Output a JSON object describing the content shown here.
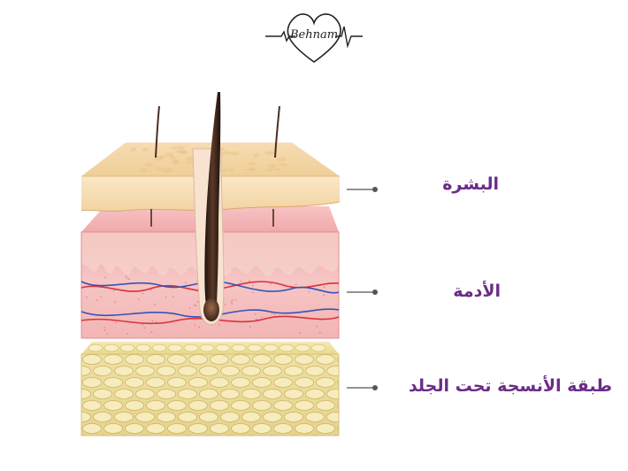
{
  "logo": {
    "text": "Behnam",
    "icon": "heart-ecg-icon"
  },
  "layers": [
    {
      "id": "epidermis",
      "label": "البشرة",
      "color": "#f4d7a6"
    },
    {
      "id": "dermis",
      "label": "الأدمة",
      "color": "#f0a7a8"
    },
    {
      "id": "hypodermis",
      "label": "طبقة الأنسجة تحت الجلد",
      "color": "#efe0a2"
    }
  ],
  "colors": {
    "label_text": "#6a2c86",
    "leader_line": "#555555",
    "artery": "#d8333a",
    "vein": "#3453b8",
    "hair": "#3b2418"
  }
}
